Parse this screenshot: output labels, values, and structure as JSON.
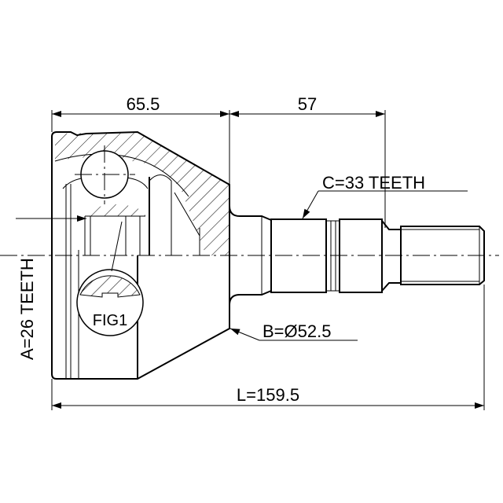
{
  "drawing": {
    "dimensions": {
      "housing_length": "65.5",
      "stem_length": "57",
      "total_length": "L=159.5",
      "outer_teeth": "C=33 TEETH",
      "inner_teeth": "A=26 TEETH",
      "diameter": "B=Ø52.5"
    },
    "detail_label": "FIG1"
  }
}
